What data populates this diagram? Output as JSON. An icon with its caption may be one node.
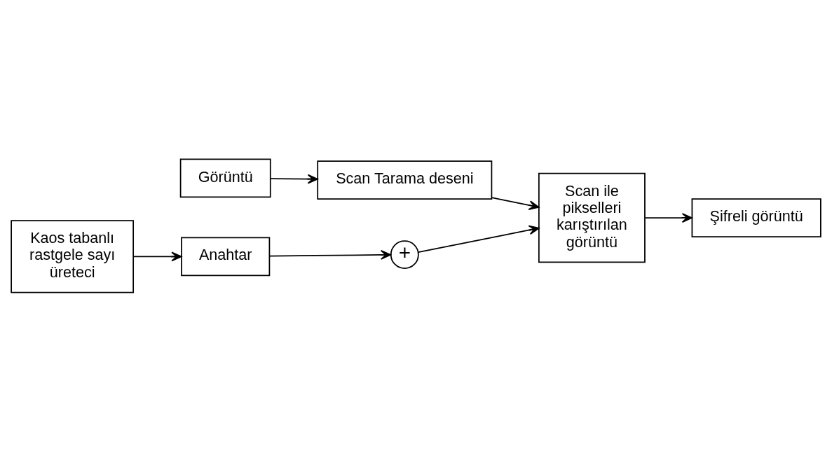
{
  "diagram": {
    "nodes": [
      {
        "text": [
          "Görüntü"
        ]
      },
      {
        "text": [
          "Scan Tarama deseni"
        ]
      },
      {
        "text": [
          "Scan ile pikselleri karıştırılan görüntü"
        ]
      },
      {
        "text": [
          "+"
        ]
      },
      {
        "text": [
          "Şifreli görüntü"
        ]
      },
      {
        "text": [
          "Anahtar"
        ]
      },
      {
        "text": [
          "Kaos tabanlı rastgele sayı üreteci"
        ]
      }
    ],
    "edges": [
      {
        "from": 0,
        "to": 1,
        "arrow": "to"
      },
      {
        "from": 1,
        "to": 2,
        "arrow": "to"
      },
      {
        "from": 3,
        "to": 2,
        "arrow": "to"
      },
      {
        "from": 2,
        "to": 4,
        "arrow": "to"
      },
      {
        "from": 5,
        "to": 3,
        "arrow": "to"
      },
      {
        "from": 6,
        "to": 5,
        "arrow": "to"
      }
    ]
  }
}
